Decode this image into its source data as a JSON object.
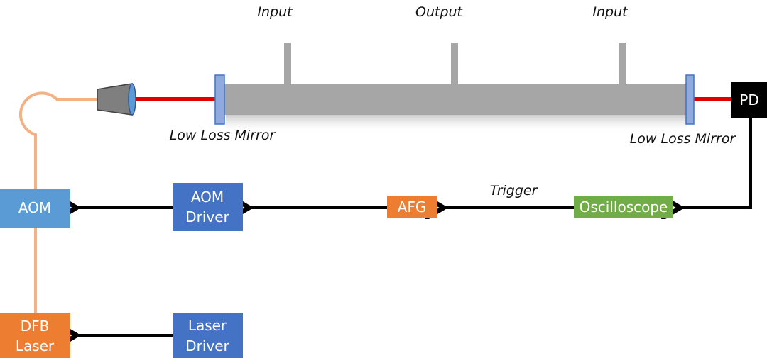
{
  "labels": {
    "input_left": "Input",
    "output": "Output",
    "input_right": "Input",
    "mirror_left": "Low Loss Mirror",
    "mirror_right": "Low Loss Mirror",
    "trigger": "Trigger"
  },
  "boxes": {
    "pd": "PD",
    "oscilloscope": "Oscilloscope",
    "afg": "AFG",
    "aom_driver_line1": "AOM",
    "aom_driver_line2": "Driver",
    "aom": "AOM",
    "dfb_line1": "DFB",
    "dfb_line2": "Laser",
    "laser_driver_line1": "Laser",
    "laser_driver_line2": "Driver"
  },
  "colors": {
    "cavity": "#a6a6a6",
    "mirror": "#8faadc",
    "beam": "#e00000",
    "fiber": "#f4b183",
    "blue_box": "#4472c4",
    "light_blue_box": "#5b9bd5",
    "orange_box": "#ed7d31",
    "green_box": "#70ad47",
    "pd_box": "#000000",
    "signal": "#000000"
  }
}
